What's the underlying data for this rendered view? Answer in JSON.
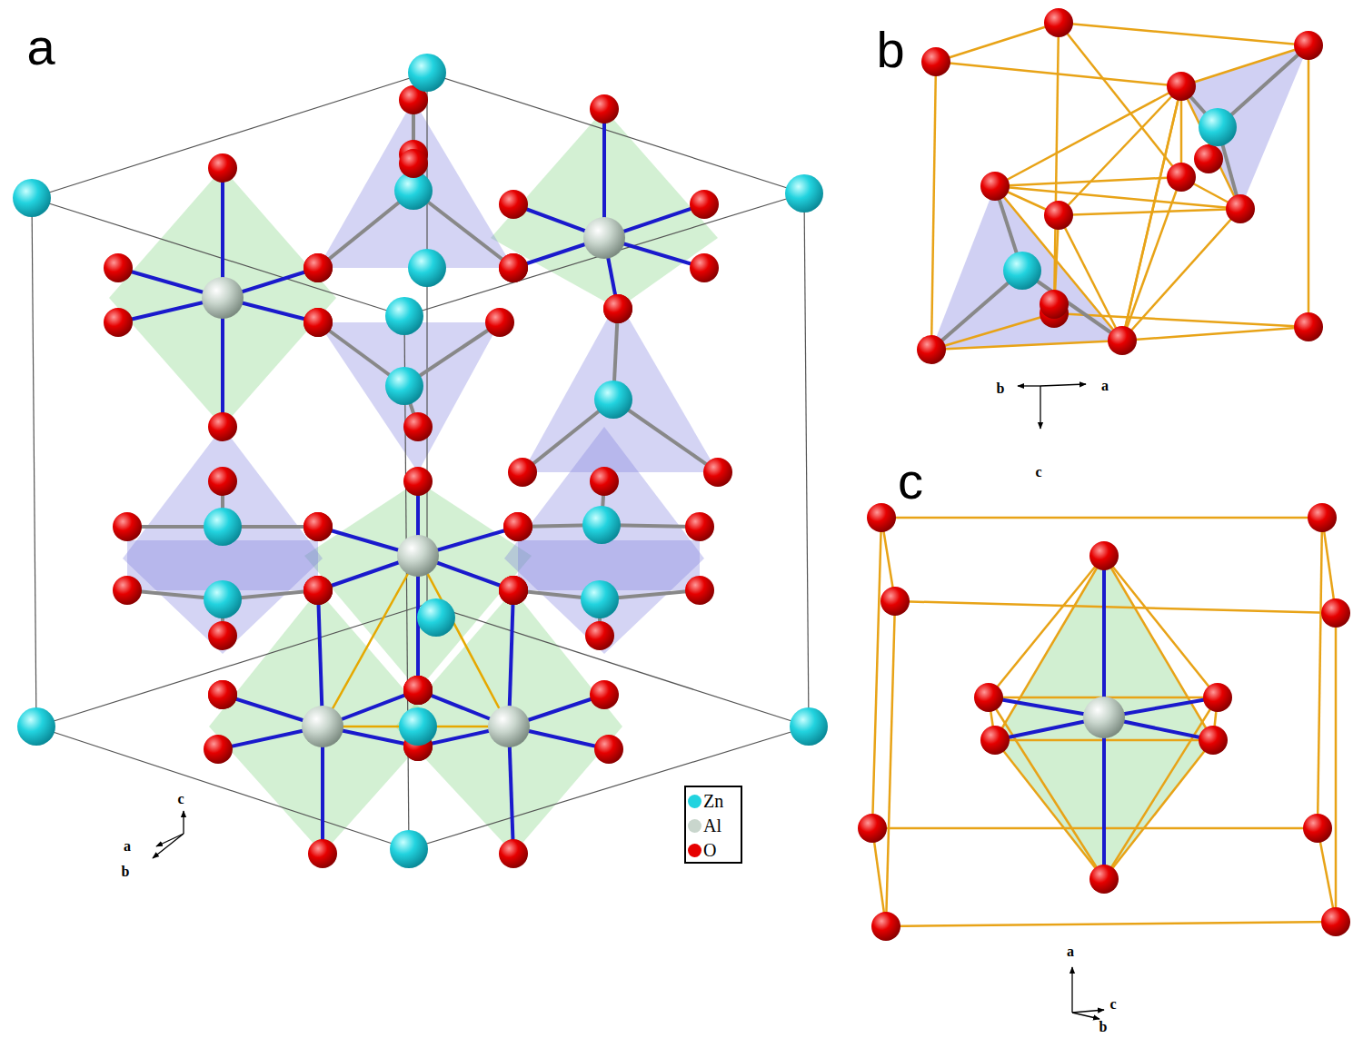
{
  "diagram": {
    "labels": [
      "a",
      "b",
      "c",
      "c",
      "a",
      "b",
      "b",
      "a",
      "c",
      "a",
      "c",
      "b"
    ],
    "legend": [
      {
        "text": "Zn",
        "color": "#22d3df"
      },
      {
        "text": "Al",
        "color": "#c9d6cd"
      },
      {
        "text": "O",
        "color": "#e60000"
      }
    ]
  }
}
